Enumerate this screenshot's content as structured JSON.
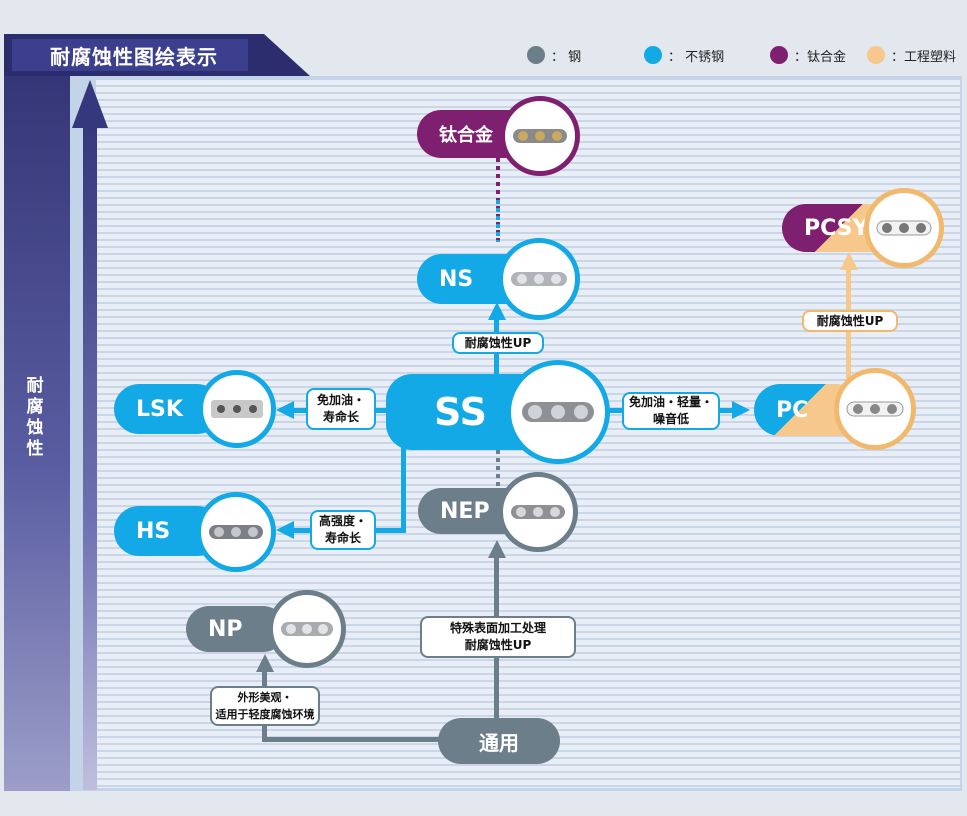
{
  "title": "耐腐蚀性图绘表示",
  "side_label": [
    "耐",
    "腐",
    "蚀",
    "性"
  ],
  "legend": [
    {
      "label": "：  钢",
      "color": "#6c7e89"
    },
    {
      "label": "：  不锈钢",
      "color": "#13a8e6"
    },
    {
      "label": "：钛合金",
      "color": "#7f1f70"
    },
    {
      "label": "：工程塑料",
      "color": "#f6c88b"
    }
  ],
  "nodes": {
    "titanium": "钛合金",
    "ns": "NS",
    "pcsy": "PCSY",
    "lsk": "LSK",
    "ss": "SS",
    "pc": "PC",
    "hs": "HS",
    "nep": "NEP",
    "np": "NP",
    "general": "通用"
  },
  "notes": {
    "ns_up": "耐腐蚀性UP",
    "pcsy_up": "耐腐蚀性UP",
    "lsk_l1": "免加油・",
    "lsk_l2": "寿命长",
    "pc_l1": "免加油・轻量・",
    "pc_l2": "噪音低",
    "hs_l1": "高强度・",
    "hs_l2": "寿命长",
    "nep_l1": "特殊表面加工处理",
    "nep_l2": "耐腐蚀性UP",
    "np_l1": "外形美观・",
    "np_l2": "适用于轻度腐蚀环境"
  },
  "icons": {
    "chain": "chain-image-icon",
    "plastic_chain": "plastic-chain-image-icon",
    "flat_chain": "attachment-chain-image-icon"
  }
}
